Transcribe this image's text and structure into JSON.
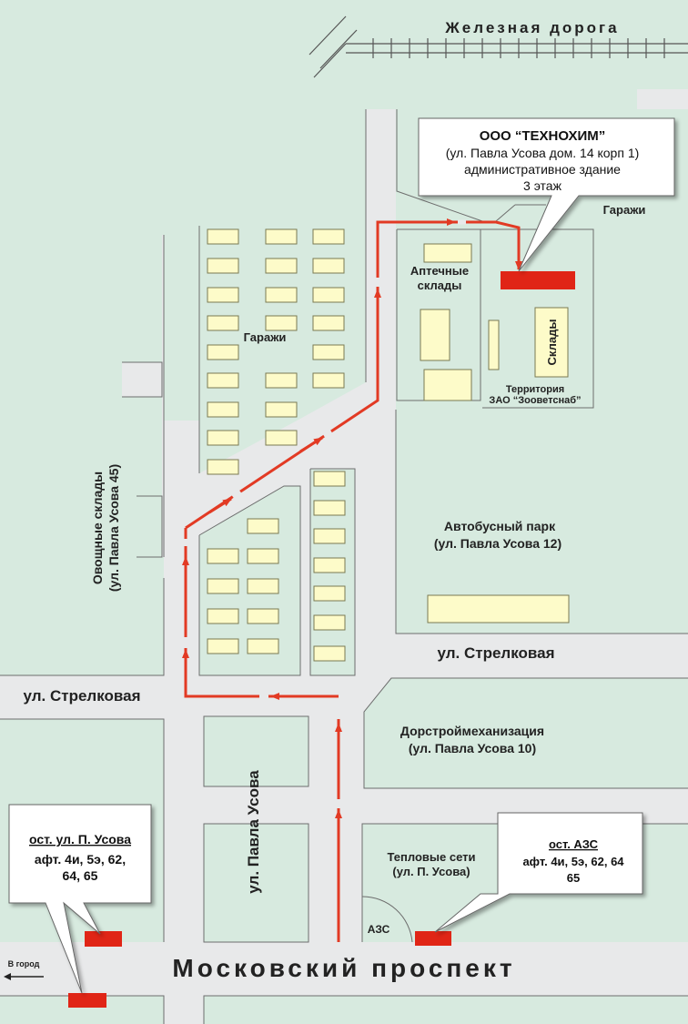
{
  "colors": {
    "road": "#e8e9ea",
    "block": "#d7eadf",
    "building": "#fdfbc9",
    "building_stroke": "#7a7a52",
    "route": "#e23a24",
    "marker": "#e02516",
    "line": "#6d6d6d"
  },
  "labels": {
    "railway": "Железная дорога",
    "garages_top": "Гаражи",
    "garages_left": "Гаражи",
    "pharmacy_warehouses_1": "Аптечные",
    "pharmacy_warehouses_2": "склады",
    "warehouses": "Склады",
    "territory_1": "Территория",
    "territory_2": "ЗАО “Зооветснаб”",
    "bus_park_1": "Автобусный парк",
    "bus_park_2": "(ул. Павла Усова 12)",
    "strelkovaya_right": "ул. Стрелковая",
    "strelkovaya_left": "ул. Стрелковая",
    "vegetable_warehouses_1": "Овощные склады",
    "vegetable_warehouses_2": "(ул. Павла Усова 45)",
    "dorstroy_1": "Дорстроймеханизация",
    "dorstroy_2": "(ул. Павла Усова 10)",
    "pavla_usova_street": "ул. Павла Усова",
    "heat_networks_1": "Тепловые сети",
    "heat_networks_2": "(ул. П. Усова)",
    "gas_station": "АЗС",
    "moskovsky_prospekt": "Московский проспект",
    "to_city": "В город"
  },
  "callouts": {
    "office": {
      "title": "ООО “ТЕХНОХИМ”",
      "line1": "(ул. Павла Усова дом. 14 корп 1)",
      "line2": "административное здание",
      "line3": "3 этаж"
    },
    "stop_left": {
      "title": "ост. ул. П. Усова",
      "line1": "афт. 4и, 5э, 62,",
      "line2": "64, 65"
    },
    "stop_right": {
      "title": "ост. АЗС",
      "line1": "афт. 4и, 5э, 62, 64",
      "line2": "65"
    }
  }
}
